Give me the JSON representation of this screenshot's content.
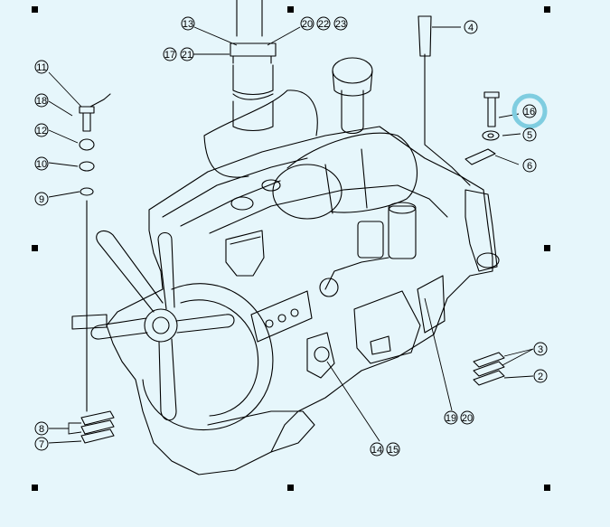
{
  "colors": {
    "background": "#e6f6fb",
    "line": "#000000",
    "highlight": "#7fcde0"
  },
  "callouts": {
    "c1": "4",
    "c2": "11",
    "c3": "18",
    "c4": "12",
    "c5": "10",
    "c6": "9",
    "c7": "13",
    "c8a": "20",
    "c8b": "22",
    "c8c": "23",
    "c9a": "17",
    "c9b": "21",
    "c10": "16",
    "c11": "5",
    "c12": "6",
    "c13": "3",
    "c14": "2",
    "c15a": "19",
    "c15b": "20",
    "c16a": "14",
    "c16b": "15",
    "c17": "8",
    "c18": "7"
  },
  "selected_callout": "16"
}
